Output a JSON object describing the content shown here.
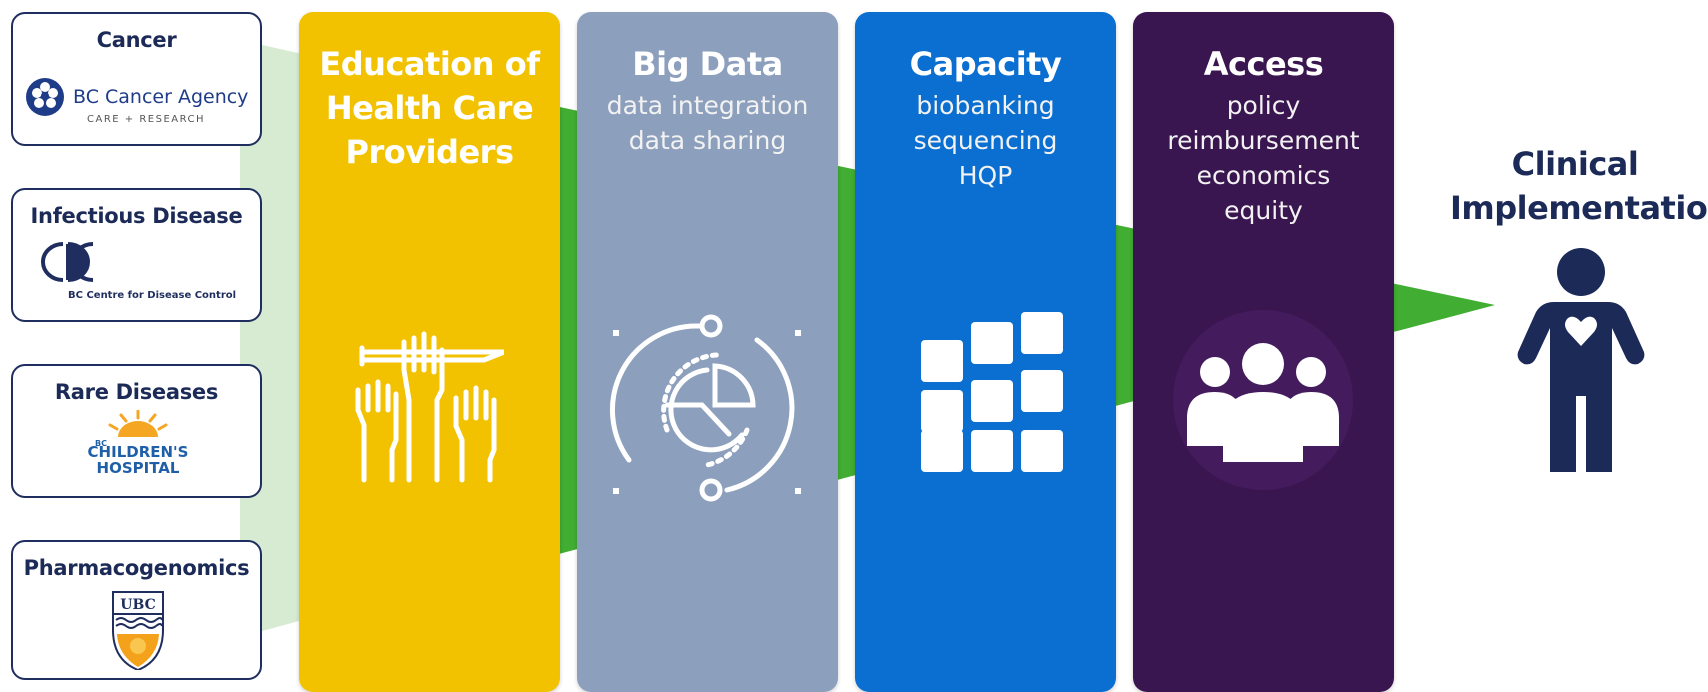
{
  "colors": {
    "navy": "#1b2a57",
    "funnel_light": "#d7ebd2",
    "funnel_green": "#41ad32",
    "education": "#f2c200",
    "big_data": "#8c9fbd",
    "capacity": "#0a6fd0",
    "access": "#3a1650"
  },
  "sources": [
    {
      "title": "Cancer",
      "logo_text": "BC Cancer Agency",
      "logo_subtext": "CARE + RESEARCH",
      "icon": "bc-cancer-agency-logo"
    },
    {
      "title": "Infectious Disease",
      "logo_text": "BC Centre for Disease Control",
      "icon": "bccdc-logo"
    },
    {
      "title": "Rare Diseases",
      "logo_text_1": "BC",
      "logo_text_2": "CHILDREN'S",
      "logo_text_3": "HOSPITAL",
      "icon": "bc-childrens-hospital-logo"
    },
    {
      "title": "Pharmacogenomics",
      "logo_text": "UBC",
      "icon": "ubc-crest-logo"
    }
  ],
  "pillars": [
    {
      "title_lines": [
        "Education of",
        "Health Care",
        "Providers"
      ],
      "lines": [],
      "icon": "raised-hands-pencil-icon"
    },
    {
      "title_lines": [
        "Big Data"
      ],
      "lines": [
        "data integration",
        "data sharing"
      ],
      "icon": "pie-chart-cycle-icon"
    },
    {
      "title_lines": [
        "Capacity"
      ],
      "lines": [
        "biobanking",
        "sequencing",
        "HQP"
      ],
      "icon": "tile-grid-icon"
    },
    {
      "title_lines": [
        "Access"
      ],
      "lines": [
        "policy",
        "reimbursement",
        "economics",
        "equity"
      ],
      "icon": "people-group-icon"
    }
  ],
  "outcome": {
    "title_lines": [
      "Clinical",
      "Implementation"
    ],
    "icon": "person-heart-icon"
  }
}
